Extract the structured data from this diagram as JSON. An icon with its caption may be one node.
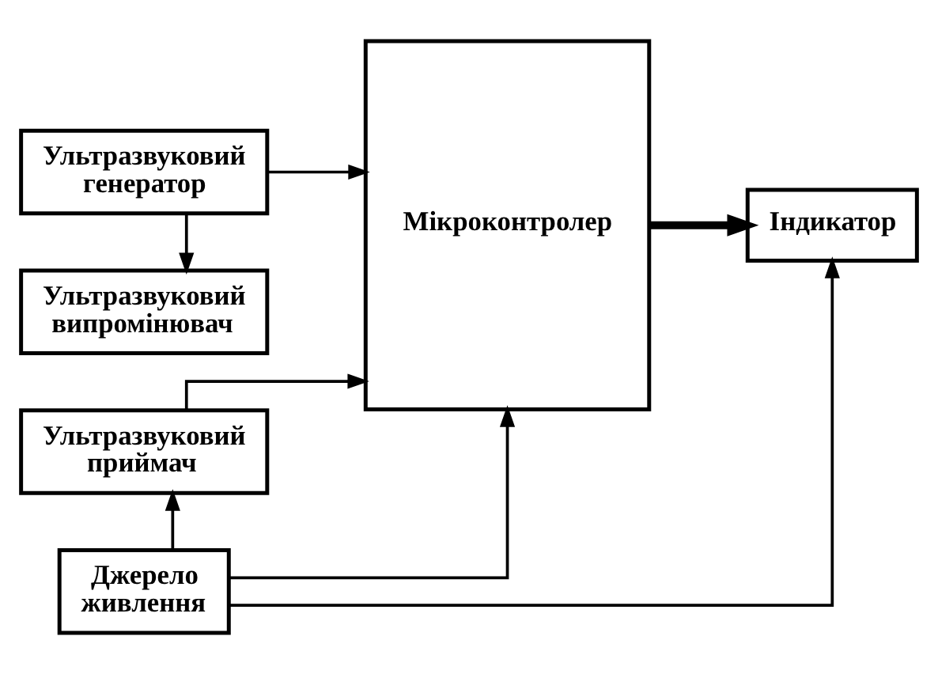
{
  "diagram": {
    "nodes": [
      {
        "text": [
          "Ультразвуковий генератор"
        ]
      },
      {
        "text": [
          "Ультразвуковий випромінювач"
        ]
      },
      {
        "text": [
          "Ультразвуковий приймач"
        ]
      },
      {
        "text": [
          "Мікроконтролер"
        ]
      },
      {
        "text": [
          "Індикатор"
        ]
      },
      {
        "text": [
          "Джерело живлення"
        ]
      }
    ],
    "edges": [
      {
        "from": 0,
        "to": 3,
        "arrow": "to"
      },
      {
        "from": 0,
        "to": 1,
        "arrow": "to"
      },
      {
        "from": 2,
        "to": 3,
        "arrow": "to"
      },
      {
        "from": 3,
        "to": 4,
        "arrow": "to",
        "style": "thick"
      },
      {
        "from": 5,
        "to": 2,
        "arrow": "to"
      },
      {
        "from": 5,
        "to": 3,
        "arrow": "to"
      },
      {
        "from": 5,
        "to": 4,
        "arrow": "to"
      }
    ]
  }
}
